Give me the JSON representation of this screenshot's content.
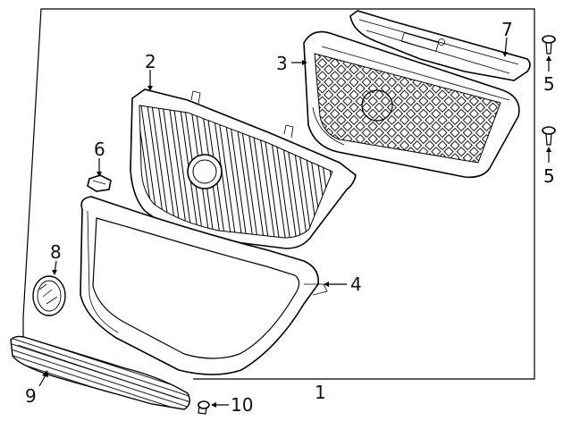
{
  "diagram": {
    "callouts": [
      {
        "id": "1",
        "label": "1"
      },
      {
        "id": "2",
        "label": "2"
      },
      {
        "id": "3",
        "label": "3"
      },
      {
        "id": "4",
        "label": "4"
      },
      {
        "id": "5a",
        "label": "5"
      },
      {
        "id": "5b",
        "label": "5"
      },
      {
        "id": "6",
        "label": "6"
      },
      {
        "id": "7",
        "label": "7"
      },
      {
        "id": "8",
        "label": "8"
      },
      {
        "id": "9",
        "label": "9"
      },
      {
        "id": "10",
        "label": "10"
      }
    ],
    "parts": [
      "frame-boundary",
      "upper-grille",
      "rear-grille-mesh",
      "grille-surround-frame",
      "grille-upper-bracket",
      "push-pin-clip",
      "retainer-nut",
      "emblem",
      "lower-grille",
      "bolt"
    ]
  }
}
